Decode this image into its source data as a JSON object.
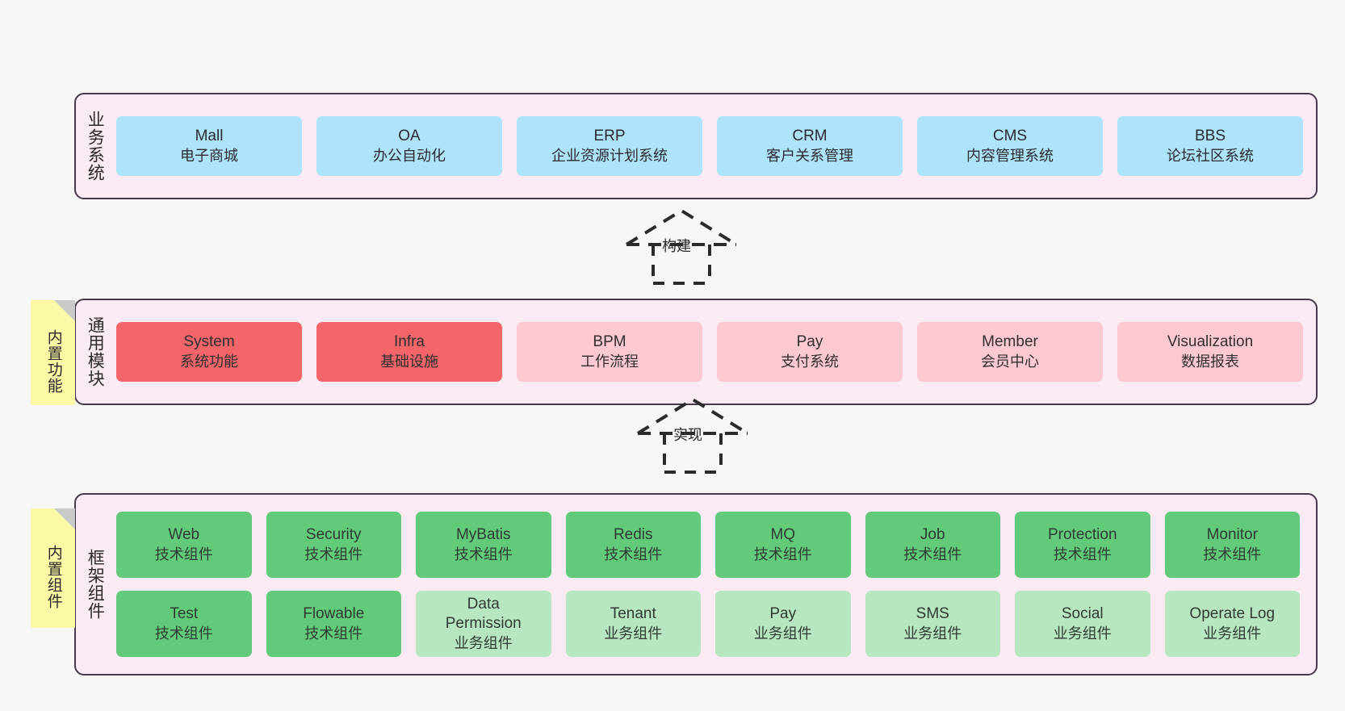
{
  "diagram": {
    "background_color": "#f7f7f7",
    "panel_fill": "#f9eaf4",
    "panel_border": "#46384a",
    "note_fill": "#fbf8a6",
    "note_fold": "#c9c9c9"
  },
  "layers": [
    {
      "id": "business-systems",
      "title": "业务系统",
      "rows": [
        [
          {
            "name": "Mall",
            "desc": "电子商城",
            "color": "#ade3fb",
            "variant": "c-blue"
          },
          {
            "name": "OA",
            "desc": "办公自动化",
            "color": "#ade3fb",
            "variant": "c-blue"
          },
          {
            "name": "ERP",
            "desc": "企业资源计划系统",
            "color": "#ade3fb",
            "variant": "c-blue"
          },
          {
            "name": "CRM",
            "desc": "客户关系管理",
            "color": "#ade3fb",
            "variant": "c-blue"
          },
          {
            "name": "CMS",
            "desc": "内容管理系统",
            "color": "#ade3fb",
            "variant": "c-blue"
          },
          {
            "name": "BBS",
            "desc": "论坛社区系统",
            "color": "#ade3fb",
            "variant": "c-blue"
          }
        ]
      ]
    },
    {
      "id": "common-modules",
      "title": "通用模块",
      "note": "内置功能",
      "rows": [
        [
          {
            "name": "System",
            "desc": "系统功能",
            "color": "#f4656a",
            "variant": "c-red"
          },
          {
            "name": "Infra",
            "desc": "基础设施",
            "color": "#f4656a",
            "variant": "c-red"
          },
          {
            "name": "BPM",
            "desc": "工作流程",
            "color": "#fcc9d3",
            "variant": "c-pink"
          },
          {
            "name": "Pay",
            "desc": "支付系统",
            "color": "#fcc9d3",
            "variant": "c-pink"
          },
          {
            "name": "Member",
            "desc": "会员中心",
            "color": "#fcc9d3",
            "variant": "c-pink"
          },
          {
            "name": "Visualization",
            "desc": "数据报表",
            "color": "#fcc9d3",
            "variant": "c-pink"
          }
        ]
      ]
    },
    {
      "id": "framework-components",
      "title": "框架组件",
      "note": "内置组件",
      "rows": [
        [
          {
            "name": "Web",
            "desc": "技术组件",
            "color": "#62cb7a",
            "variant": "c-green"
          },
          {
            "name": "Security",
            "desc": "技术组件",
            "color": "#62cb7a",
            "variant": "c-green"
          },
          {
            "name": "MyBatis",
            "desc": "技术组件",
            "color": "#62cb7a",
            "variant": "c-green"
          },
          {
            "name": "Redis",
            "desc": "技术组件",
            "color": "#62cb7a",
            "variant": "c-green"
          },
          {
            "name": "MQ",
            "desc": "技术组件",
            "color": "#62cb7a",
            "variant": "c-green"
          },
          {
            "name": "Job",
            "desc": "技术组件",
            "color": "#62cb7a",
            "variant": "c-green"
          },
          {
            "name": "Protection",
            "desc": "技术组件",
            "color": "#62cb7a",
            "variant": "c-green"
          },
          {
            "name": "Monitor",
            "desc": "技术组件",
            "color": "#62cb7a",
            "variant": "c-green"
          }
        ],
        [
          {
            "name": "Test",
            "desc": "技术组件",
            "color": "#62cb7a",
            "variant": "c-green"
          },
          {
            "name": "Flowable",
            "desc": "技术组件",
            "color": "#62cb7a",
            "variant": "c-green"
          },
          {
            "name": "Data Permission",
            "desc": "业务组件",
            "color": "#b7e7c1",
            "variant": "c-greenlite"
          },
          {
            "name": "Tenant",
            "desc": "业务组件",
            "color": "#b7e7c1",
            "variant": "c-greenlite"
          },
          {
            "name": "Pay",
            "desc": "业务组件",
            "color": "#b7e7c1",
            "variant": "c-greenlite"
          },
          {
            "name": "SMS",
            "desc": "业务组件",
            "color": "#b7e7c1",
            "variant": "c-greenlite"
          },
          {
            "name": "Social",
            "desc": "业务组件",
            "color": "#b7e7c1",
            "variant": "c-greenlite"
          },
          {
            "name": "Operate Log",
            "desc": "业务组件",
            "color": "#b7e7c1",
            "variant": "c-greenlite"
          }
        ]
      ]
    }
  ],
  "connectors": [
    {
      "id": "build",
      "label": "构建",
      "from": "common-modules",
      "to": "business-systems"
    },
    {
      "id": "implement",
      "label": "实现",
      "from": "framework-components",
      "to": "common-modules"
    }
  ]
}
